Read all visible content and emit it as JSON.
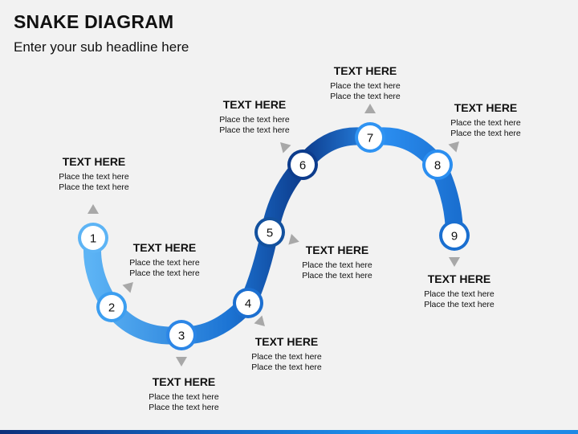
{
  "header": {
    "title": "SNAKE DIAGRAM",
    "subtitle": "Enter your sub headline here"
  },
  "colors": {
    "light_blue": "#4aa8f0",
    "mid_blue": "#1c7ddb",
    "dark_blue": "#0d3c8c",
    "arrow_gray": "#a8a8a8",
    "node_fill": "#ffffff"
  },
  "steps": [
    {
      "number": "1",
      "heading": "TEXT HERE",
      "lines": [
        "Place the text here",
        "Place the text here"
      ]
    },
    {
      "number": "2",
      "heading": "TEXT HERE",
      "lines": [
        "Place the text here",
        "Place the text here"
      ]
    },
    {
      "number": "3",
      "heading": "TEXT HERE",
      "lines": [
        "Place the text here",
        "Place the text here"
      ]
    },
    {
      "number": "4",
      "heading": "TEXT HERE",
      "lines": [
        "Place the text here",
        "Place the text here"
      ]
    },
    {
      "number": "5",
      "heading": "TEXT HERE",
      "lines": [
        "Place the text here",
        "Place the text here"
      ]
    },
    {
      "number": "6",
      "heading": "TEXT HERE",
      "lines": [
        "Place the text here",
        "Place the text here"
      ]
    },
    {
      "number": "7",
      "heading": "TEXT HERE",
      "lines": [
        "Place the text here",
        "Place the text here"
      ]
    },
    {
      "number": "8",
      "heading": "TEXT HERE",
      "lines": [
        "Place the text here",
        "Place the text here"
      ]
    },
    {
      "number": "9",
      "heading": "TEXT HERE",
      "lines": [
        "Place the text here",
        "Place the text here"
      ]
    }
  ]
}
